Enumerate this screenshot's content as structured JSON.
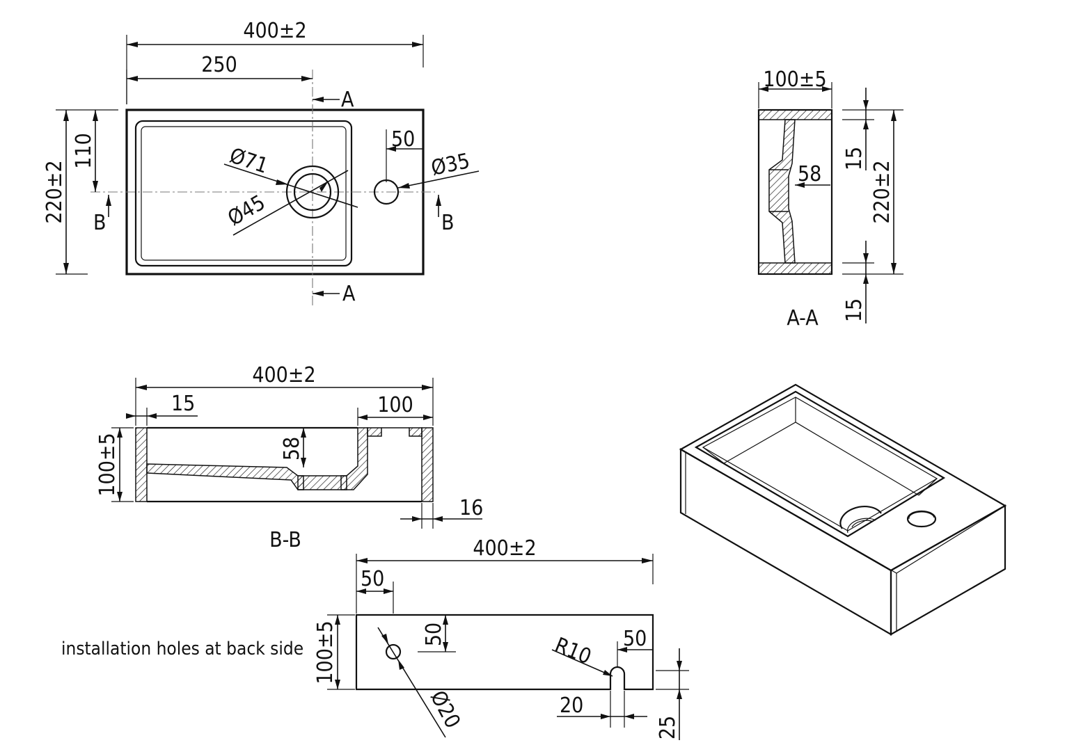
{
  "top_view": {
    "overall_width": "400±2",
    "drain_offset": "250",
    "overall_depth": "220±2",
    "half_depth": "110",
    "tap_hole_offset": "50",
    "drain_outer_diameter": "Ø71",
    "drain_inner_diameter": "Ø45",
    "tap_hole_diameter": "Ø35",
    "section_a_marker": "A",
    "section_b_marker": "B"
  },
  "section_aa": {
    "title": "A-A",
    "height": "100±5",
    "depth": "220±2",
    "basin_depth": "58",
    "wall_top": "15",
    "wall_bottom": "15"
  },
  "section_bb": {
    "title": "B-B",
    "width": "400±2",
    "wall_left": "15",
    "deck_width": "100",
    "height": "100±5",
    "basin_depth": "58",
    "wall_right": "16"
  },
  "back_view": {
    "caption": "installation holes at back side",
    "width": "400±2",
    "hole_offset_x": "50",
    "hole_offset_y": "50",
    "height": "100±5",
    "slot_radius": "R10",
    "slot_offset": "50",
    "slot_width": "20",
    "slot_height": "25",
    "hole_diameter": "Ø20"
  }
}
